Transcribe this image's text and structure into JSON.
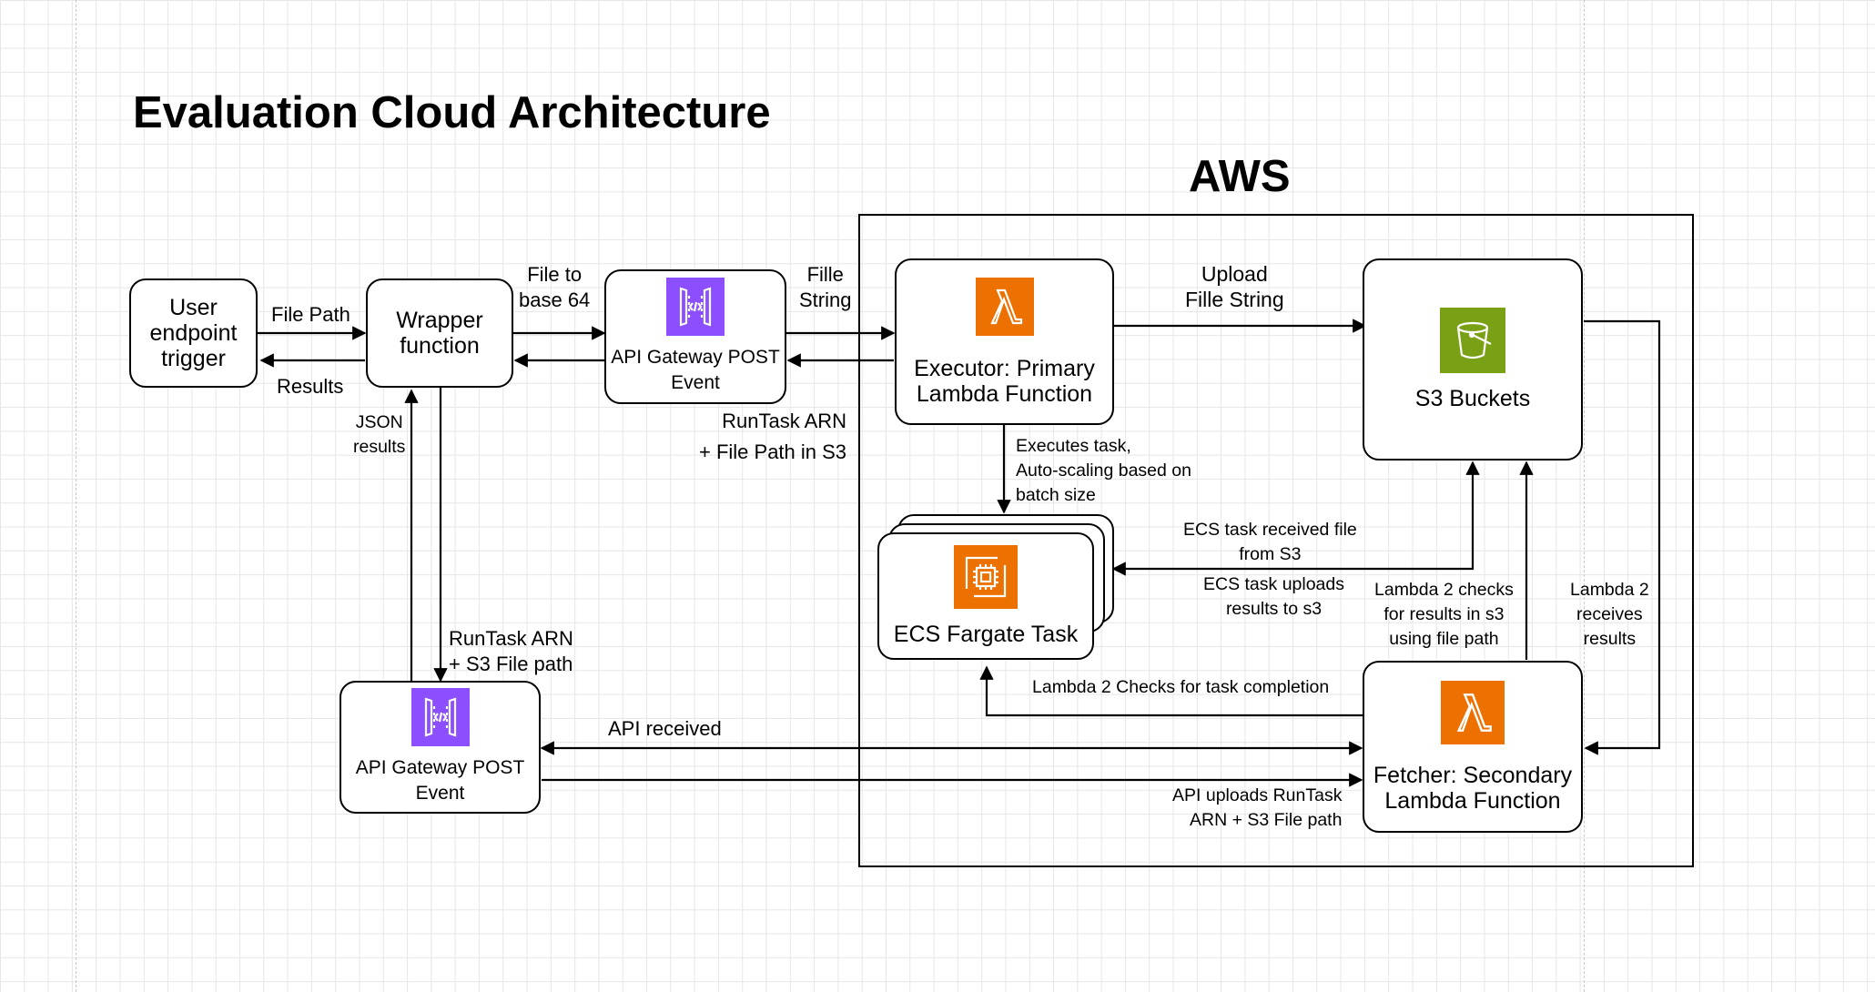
{
  "title": "Evaluation Cloud Architecture",
  "aws_label": "AWS",
  "nodes": {
    "user": "User\nendpoint\ntrigger",
    "wrapper": "Wrapper\nfunction",
    "api_gateway_top": "API Gateway POST\nEvent",
    "executor": "Executor: Primary\nLambda Function",
    "s3": "S3 Buckets",
    "ecs": "ECS Fargate Task",
    "api_gateway_bottom": "API Gateway POST\nEvent",
    "fetcher": "Fetcher: Secondary\nLambda Function"
  },
  "edges": {
    "file_path": "File Path",
    "results": "Results",
    "file_to_base64": "File to\nbase 64",
    "fille_string": "Fille\nString",
    "runtask_arn_file_path": "RunTask ARN\n+  File Path in S3",
    "upload_fille_string": "Upload\nFille String",
    "executes_task": "Executes task,\nAuto-scaling based on\nbatch size",
    "json_results": "JSON\nresults",
    "runtask_arn_s3": "RunTask ARN\n+ S3 File path",
    "ecs_received": "ECS task received file\nfrom S3",
    "ecs_uploads": "ECS task uploads\nresults to s3",
    "lambda2_checks_s3": "Lambda 2 checks\nfor results in s3\nusing file path",
    "lambda2_receives": "Lambda 2\nreceives\nresults",
    "lambda2_checks_completion": "Lambda 2 Checks for task completion",
    "api_received": "API received",
    "api_uploads": "API uploads RunTask\nARN + S3 File path"
  },
  "icons": {
    "api_gateway": "api-gateway-icon",
    "lambda": "lambda-icon",
    "s3": "s3-bucket-icon",
    "fargate": "fargate-icon"
  },
  "colors": {
    "api_gateway": "#8C4FFF",
    "lambda": "#ED7100",
    "s3": "#7AA116",
    "fargate": "#ED7100"
  }
}
